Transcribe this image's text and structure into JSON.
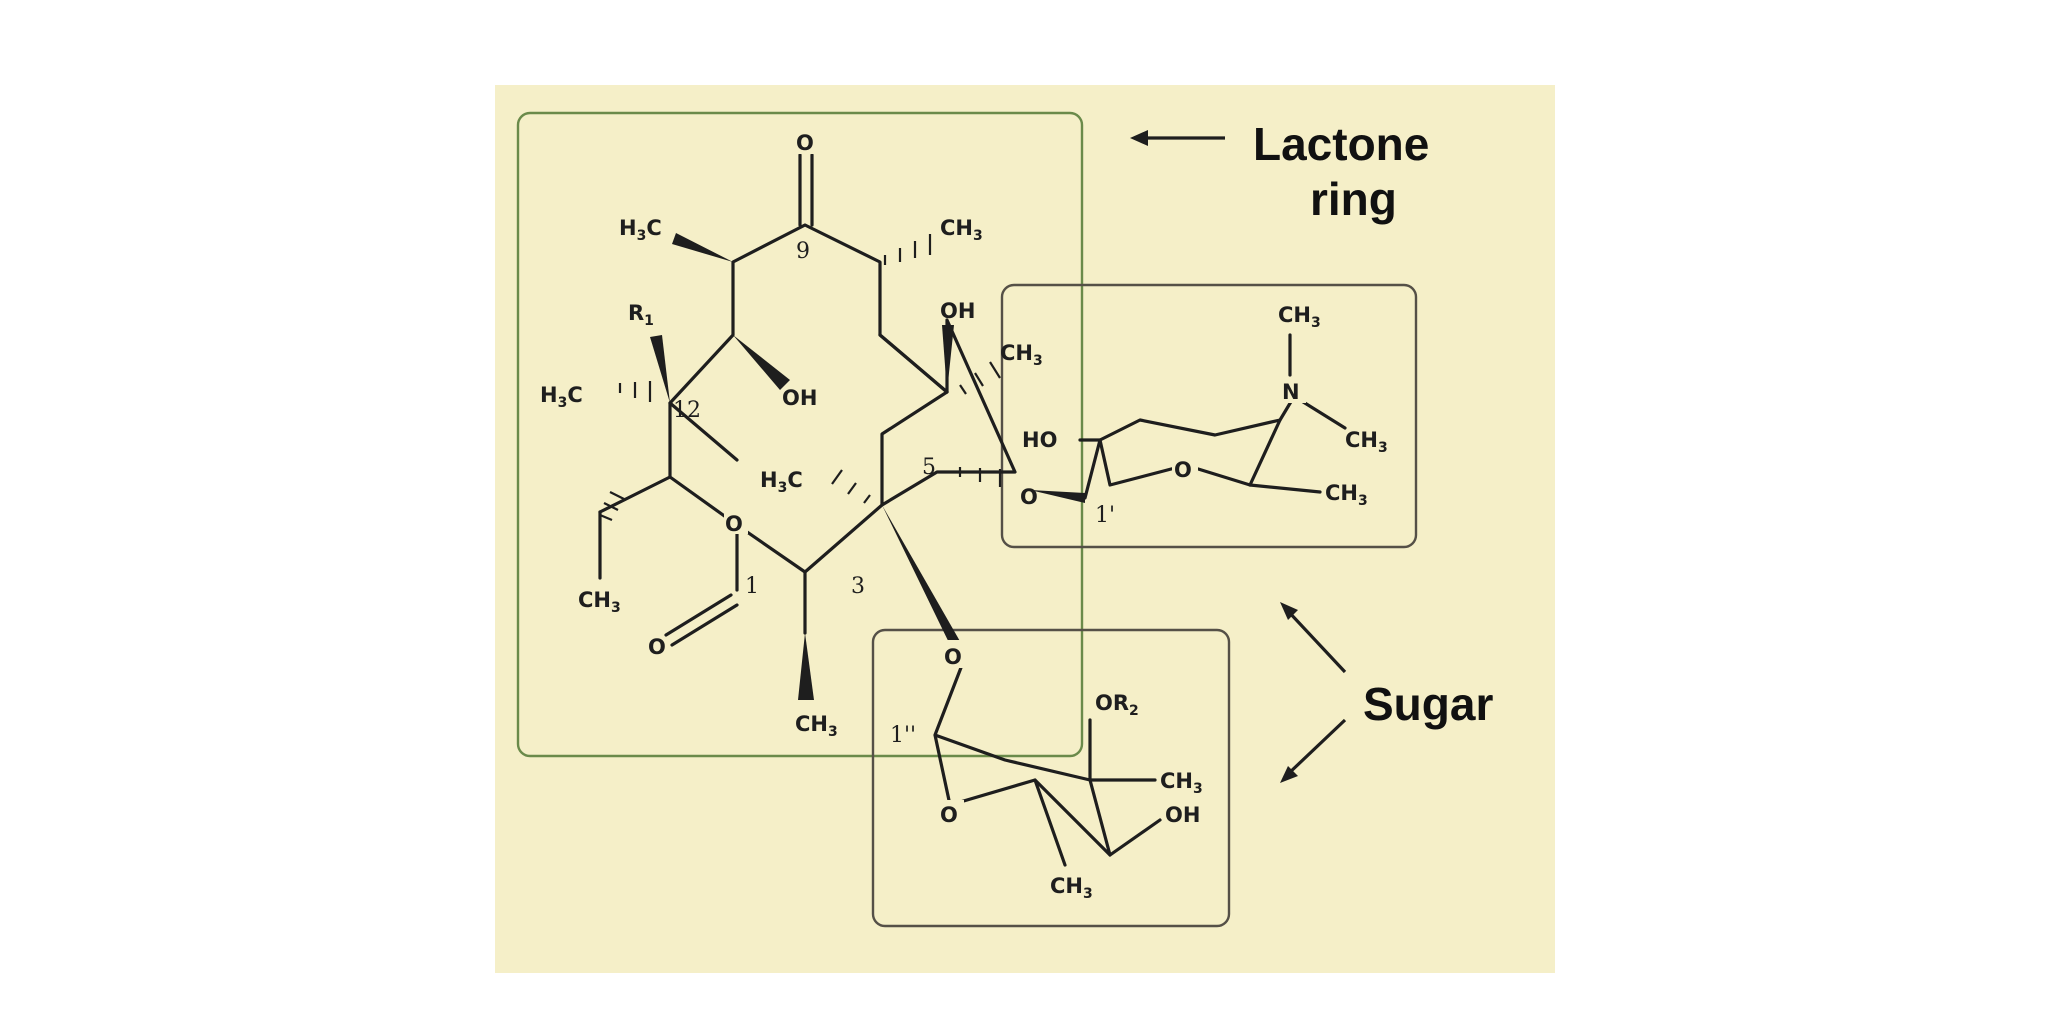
{
  "colors": {
    "panel_background": "#f5efc8",
    "lactone_box": "#6a8a4a",
    "sugar_box": "#555047",
    "ink": "#1e1e1e"
  },
  "labels": {
    "lactone_line1": "Lactone",
    "lactone_line2": "ring",
    "sugar": "Sugar"
  },
  "atoms": {
    "o9": "O",
    "ch3_9_left": "H",
    "ch3_9_right": "CH",
    "r1": "R",
    "r1_sub": "1",
    "oh_11": "OH",
    "h3c_12": "H",
    "o_lactone": "O",
    "ch3_ethyl": "CH",
    "o_carbonyl": "O",
    "ch3_2": "CH",
    "oh_6": "OH",
    "ch3_6": "CH",
    "h3c_4": "H",
    "o_glycoside_5": "O",
    "o_glycoside_3": "O",
    "ho_desos": "HO",
    "o_ring_desos": "O",
    "n_desos": "N",
    "ch3_n_top": "CH",
    "ch3_n_right": "CH",
    "ch3_desos": "CH",
    "or2": "OR",
    "or2_sub": "2",
    "ch3_clad_methyl": "CH",
    "oh_clad": "OH",
    "o_ring_clad": "O",
    "ch3_clad_bottom": "CH",
    "sub3": "3"
  },
  "numbers": {
    "c1": "1",
    "c3": "3",
    "c5": "5",
    "c9": "9",
    "c12": "12",
    "c1p_desos": "1'",
    "c1p_clad": "1''"
  }
}
